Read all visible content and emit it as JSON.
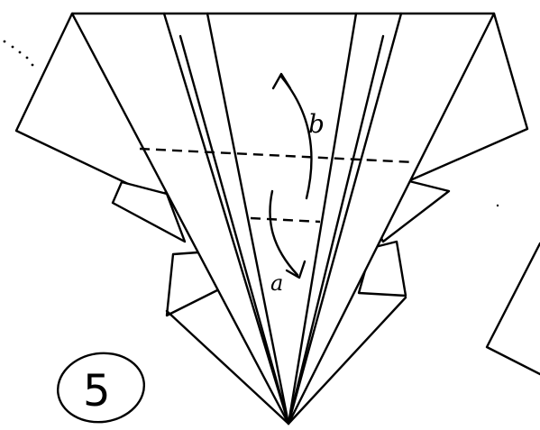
{
  "diagram": {
    "step_number": "5",
    "labels": {
      "upper_arrow": "b",
      "lower_arrow": "a"
    },
    "line_styles": {
      "solid": "edge",
      "dashed": "valley-fold"
    },
    "colors": {
      "ink": "#000000",
      "paper": "#ffffff"
    }
  }
}
